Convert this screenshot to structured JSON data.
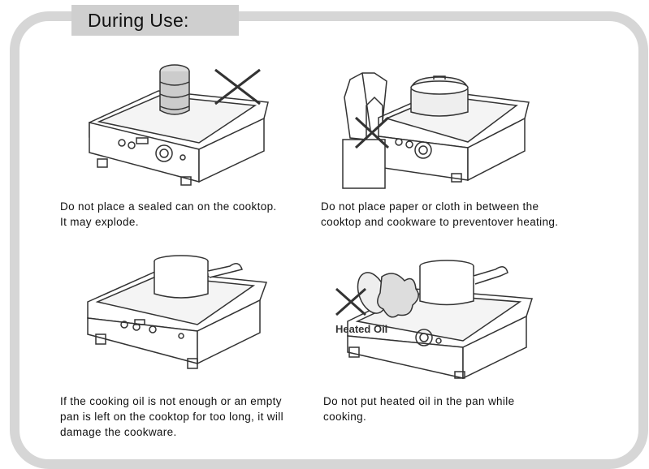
{
  "header": {
    "title": "During Use:"
  },
  "panels": [
    {
      "caption": "Do not place a sealed can on the cooktop.\nIt may explode."
    },
    {
      "caption": "Do not place paper or cloth in between the\ncooktop and cookware to preventover heating."
    },
    {
      "caption": "If the cooking oil is not enough or an empty\n pan is left on the cooktop for too long, it will\n damage the cookware."
    },
    {
      "caption": "Do not put heated oil in the pan while\ncooking.",
      "label": "Heated Oil"
    }
  ],
  "colors": {
    "frame": "#d6d6d6",
    "tab": "#cfcfcf",
    "line": "#333333"
  }
}
